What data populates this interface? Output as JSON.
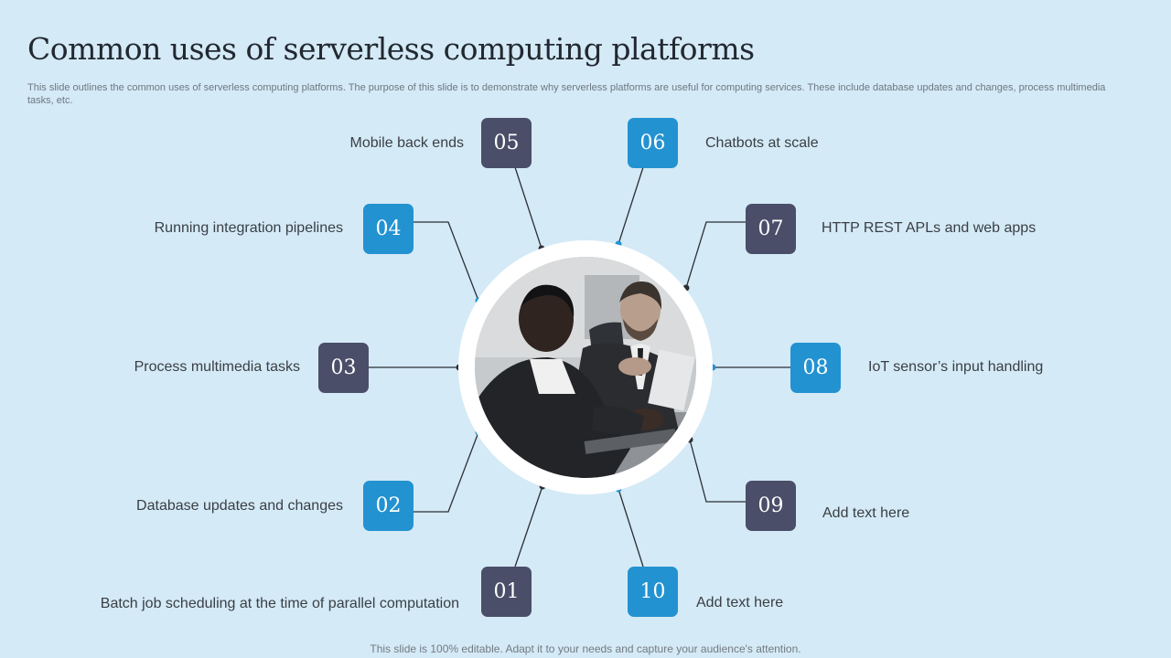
{
  "title": "Common uses of  serverless computing platforms",
  "subtitle": "This slide outlines the common uses of serverless computing platforms. The purpose of this slide is to demonstrate why serverless platforms are useful for computing services. These include database updates and changes, process multimedia tasks, etc.",
  "footer": "This slide is 100% editable. Adapt it to your needs and capture your audience's attention.",
  "colors": {
    "dark": "#4a4e68",
    "blue": "#2392d1",
    "background": "#d4eaf6"
  },
  "items": [
    {
      "number": "01",
      "label": "Batch job scheduling at the time of parallel computation"
    },
    {
      "number": "02",
      "label": "Database updates and changes"
    },
    {
      "number": "03",
      "label": "Process multimedia tasks"
    },
    {
      "number": "04",
      "label": "Running  integration pipelines"
    },
    {
      "number": "05",
      "label": "Mobile back ends"
    },
    {
      "number": "06",
      "label": "Chatbots at scale"
    },
    {
      "number": "07",
      "label": "HTTP REST APLs and web apps"
    },
    {
      "number": "08",
      "label": "IoT sensor’s input handling"
    },
    {
      "number": "09",
      "label": "Add text here"
    },
    {
      "number": "10",
      "label": "Add text here"
    }
  ]
}
